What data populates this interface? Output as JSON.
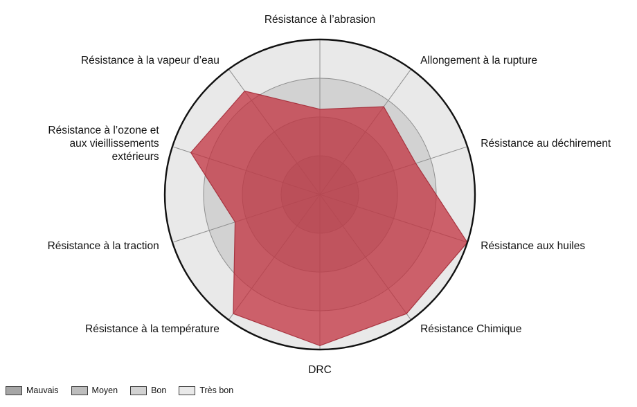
{
  "chart_data": {
    "type": "radar",
    "title": "",
    "max": 4,
    "series_color": "rgba(193,49,63,0.75)",
    "series_stroke": "rgba(160,35,48,0.85)",
    "levels": {
      "count": 4,
      "names": [
        "Mauvais",
        "Moyen",
        "Bon",
        "Très bon"
      ],
      "colors": [
        "#a6a6a6",
        "#bdbdbd",
        "#d2d2d2",
        "#e9e9e9"
      ]
    },
    "axes": [
      {
        "label_lines": [
          "Résistance à l’abrasion"
        ],
        "value": 2.2
      },
      {
        "label_lines": [
          "Allongement à la rupture"
        ],
        "value": 2.8
      },
      {
        "label_lines": [
          "Résistance au déchirement"
        ],
        "value": 2.6
      },
      {
        "label_lines": [
          "Résistance aux huiles"
        ],
        "value": 4
      },
      {
        "label_lines": [
          "Résistance Chimique"
        ],
        "value": 3.8
      },
      {
        "label_lines": [
          "DRC"
        ],
        "value": 3.9
      },
      {
        "label_lines": [
          "Résistance à la température"
        ],
        "value": 3.8
      },
      {
        "label_lines": [
          "Résistance à la traction"
        ],
        "value": 2.3
      },
      {
        "label_lines": [
          "Résistance à l’ozone et",
          "aux vieillissements",
          "extérieurs"
        ],
        "value": 3.5
      },
      {
        "label_lines": [
          "Résistance à la vapeur d’eau"
        ],
        "value": 3.3
      }
    ]
  },
  "legend": {
    "items": [
      {
        "label": "Mauvais",
        "color": "#a6a6a6"
      },
      {
        "label": "Moyen",
        "color": "#bdbdbd"
      },
      {
        "label": "Bon",
        "color": "#d2d2d2"
      },
      {
        "label": "Très bon",
        "color": "#e9e9e9"
      }
    ]
  }
}
